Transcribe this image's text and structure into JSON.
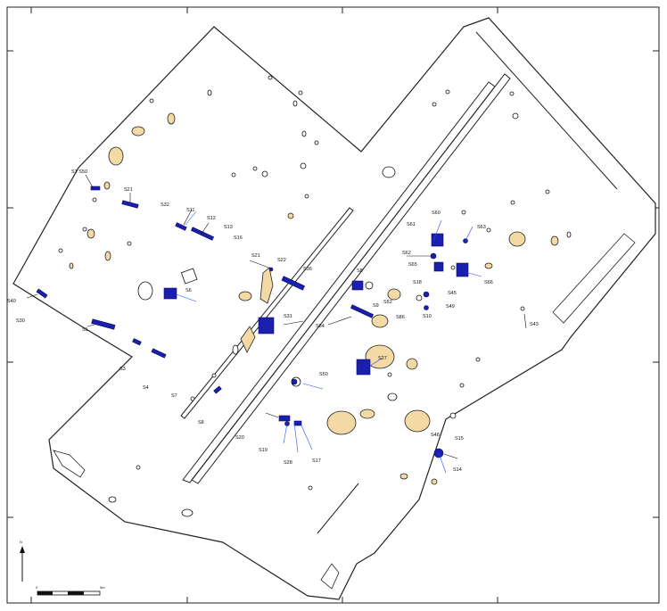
{
  "map": {
    "north_label": "N",
    "scale": {
      "start_label": "0",
      "end_label": "5m"
    },
    "colors": {
      "feature_blue": "#1a1fae",
      "feature_tan": "#f3d9a4",
      "line": "#111111",
      "annotation_blue": "#2a4bff"
    },
    "labels": [
      {
        "id": "s1s50",
        "text": "S1 S50"
      },
      {
        "id": "s21",
        "text": "S21"
      },
      {
        "id": "s32",
        "text": "S32"
      },
      {
        "id": "s11",
        "text": "S11"
      },
      {
        "id": "s12",
        "text": "S12"
      },
      {
        "id": "s13",
        "text": "S13"
      },
      {
        "id": "s16",
        "text": "S16"
      },
      {
        "id": "s40",
        "text": "S40"
      },
      {
        "id": "s30",
        "text": "S30"
      },
      {
        "id": "s1",
        "text": "S1"
      },
      {
        "id": "s3",
        "text": "S3"
      },
      {
        "id": "s4",
        "text": "S4"
      },
      {
        "id": "s7",
        "text": "S7"
      },
      {
        "id": "s8",
        "text": "S8"
      },
      {
        "id": "s21b",
        "text": "S21"
      },
      {
        "id": "s22",
        "text": "S22"
      },
      {
        "id": "s36",
        "text": "S36"
      },
      {
        "id": "s6",
        "text": "S6"
      },
      {
        "id": "s31",
        "text": "S31"
      },
      {
        "id": "s84",
        "text": "S84"
      },
      {
        "id": "s8b",
        "text": "S8"
      },
      {
        "id": "s9",
        "text": "S9"
      },
      {
        "id": "s52",
        "text": "S52"
      },
      {
        "id": "s86",
        "text": "S86"
      },
      {
        "id": "s27",
        "text": "S27"
      },
      {
        "id": "s50",
        "text": "S50"
      },
      {
        "id": "s20",
        "text": "S20"
      },
      {
        "id": "s19",
        "text": "S19"
      },
      {
        "id": "s28",
        "text": "S28"
      },
      {
        "id": "s17",
        "text": "S17"
      },
      {
        "id": "s48",
        "text": "S48"
      },
      {
        "id": "s14",
        "text": "S14"
      },
      {
        "id": "s15",
        "text": "S15"
      },
      {
        "id": "s60",
        "text": "S60"
      },
      {
        "id": "s61",
        "text": "S61"
      },
      {
        "id": "s62",
        "text": "S62"
      },
      {
        "id": "s63",
        "text": "S63"
      },
      {
        "id": "s65",
        "text": "S65"
      },
      {
        "id": "s66",
        "text": "S66"
      },
      {
        "id": "s45",
        "text": "S45"
      },
      {
        "id": "s43",
        "text": "S43"
      },
      {
        "id": "s10",
        "text": "S10"
      },
      {
        "id": "s18",
        "text": "S18"
      },
      {
        "id": "s49",
        "text": "S49"
      }
    ]
  }
}
